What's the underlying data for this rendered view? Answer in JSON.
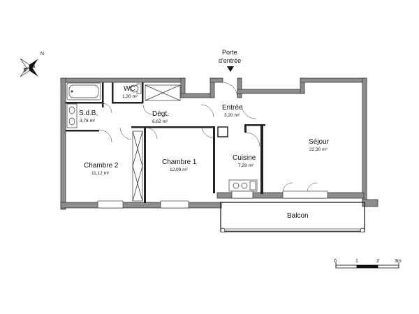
{
  "entrance": {
    "line1": "Porte",
    "line2": "d'entrée"
  },
  "rooms": [
    {
      "id": "wc",
      "name": "WC",
      "area": "1,30 m²"
    },
    {
      "id": "sdb",
      "name": "S.d.B.",
      "area": "3,78 m²"
    },
    {
      "id": "degt",
      "name": "Dégt.",
      "area": "6,62 m²"
    },
    {
      "id": "entree",
      "name": "Entrée",
      "area": "3,20 m²"
    },
    {
      "id": "sejour",
      "name": "Séjour",
      "area": "22,30 m²"
    },
    {
      "id": "chambre2",
      "name": "Chambre 2",
      "area": "11,12 m²"
    },
    {
      "id": "chambre1",
      "name": "Chambre 1",
      "area": "12,09 m²"
    },
    {
      "id": "cuisine",
      "name": "Cuisine",
      "area": "7,29 m²"
    },
    {
      "id": "balcon",
      "name": "Balcon",
      "area": ""
    }
  ],
  "scale": {
    "labels": [
      "0",
      "1",
      "2",
      "3m"
    ]
  },
  "compass": {
    "north_label": "N"
  }
}
